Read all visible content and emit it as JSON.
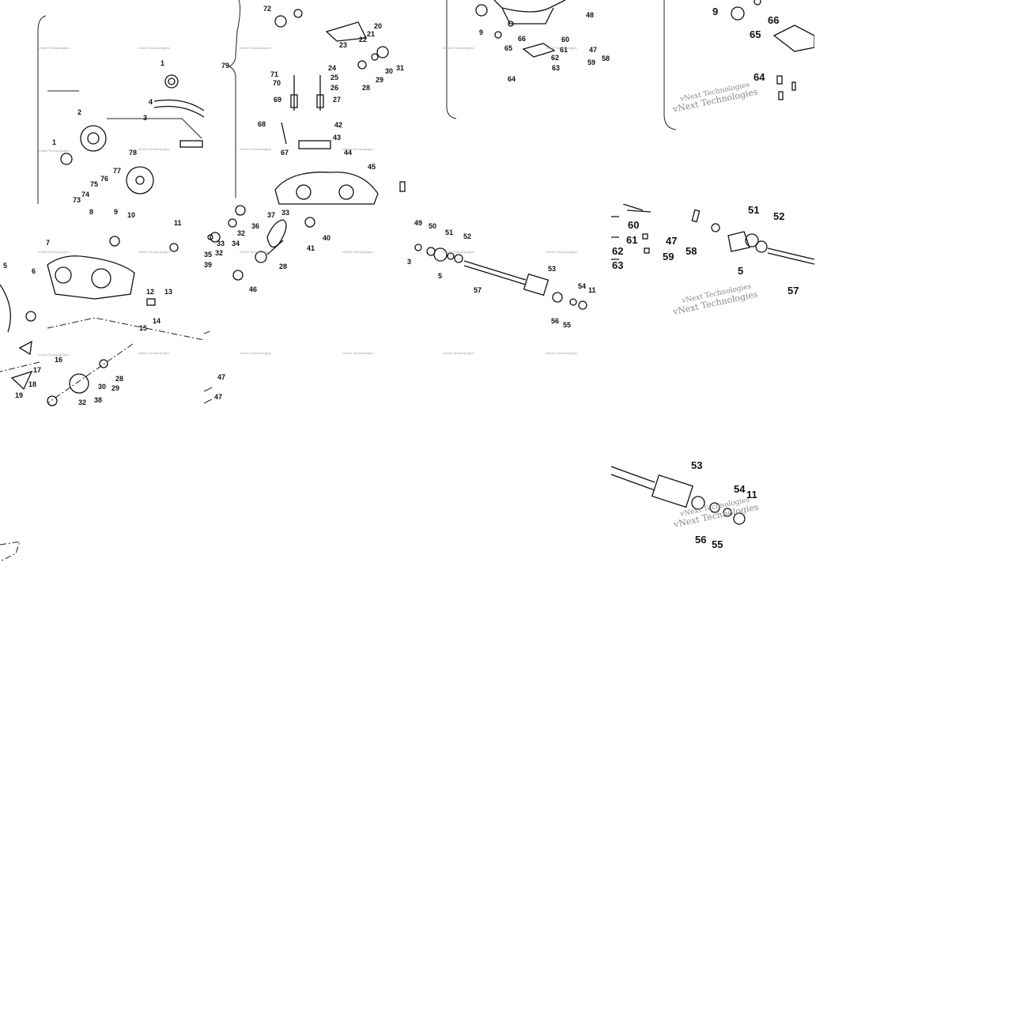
{
  "watermark_text": "vNext Technologies",
  "tile_a": {
    "labels": [
      "1",
      "2",
      "3",
      "4",
      "1",
      "78",
      "77",
      "76",
      "75",
      "74",
      "73",
      "8",
      "9",
      "10",
      "11",
      "7",
      "5",
      "6",
      "12",
      "13",
      "14",
      "15",
      "16",
      "17",
      "18",
      "19",
      "32",
      "30",
      "29",
      "28",
      "38"
    ],
    "watermark": "vNext Technologies"
  },
  "tile_b": {
    "labels": [
      "72",
      "79",
      "20",
      "21",
      "22",
      "23",
      "24",
      "25",
      "26",
      "27",
      "71",
      "70",
      "69",
      "31",
      "30",
      "29",
      "28",
      "68",
      "42",
      "43",
      "67",
      "44",
      "45",
      "37",
      "33",
      "36",
      "32",
      "33",
      "34",
      "35",
      "32",
      "39",
      "40",
      "41",
      "28",
      "46",
      "47"
    ],
    "watermark": "vNext Technologies"
  },
  "tile_c": {
    "labels": [
      "9",
      "66",
      "65",
      "60",
      "61",
      "62",
      "47",
      "59",
      "63",
      "64",
      "58",
      "48"
    ],
    "watermark": "vNext Technologies"
  },
  "tile_d": {
    "labels": [
      "9",
      "66",
      "65",
      "64"
    ],
    "watermark": "vNext Technologies"
  },
  "tile_e": {
    "labels": [
      "49",
      "50",
      "51",
      "52",
      "5",
      "53",
      "57",
      "54",
      "11",
      "56",
      "55"
    ],
    "watermark": "vNext Technologies"
  },
  "tile_f": {
    "labels": [
      "60",
      "61",
      "62",
      "63",
      "47",
      "59",
      "58",
      "51",
      "52",
      "5",
      "57"
    ],
    "watermark": "vNext Technologies"
  },
  "tile_g": {
    "labels": [
      "53",
      "54",
      "11",
      "56",
      "55"
    ],
    "watermark": "vNext Technologies"
  }
}
